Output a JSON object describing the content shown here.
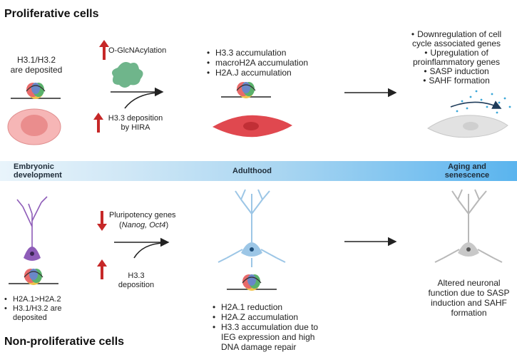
{
  "headings": {
    "top": "Proliferative cells",
    "bottom": "Non-proliferative cells"
  },
  "band": {
    "left_line1": "Embryonic",
    "left_line2": "development",
    "middle": "Adulthood",
    "right_line1": "Aging and",
    "right_line2": "senescence"
  },
  "top_row": {
    "embryo_line1": "H3.1/H3.2",
    "embryo_line2": "are deposited",
    "up_glc": "O-GlcNAcylation",
    "up_h33_line1": "H3.3 deposition",
    "up_h33_line2": "by HIRA",
    "adult_items": [
      "H3.3 accumulation",
      "macroH2A accumulation",
      "H2A.J accumulation"
    ],
    "aging_items": [
      [
        "Downregulation of cell",
        "cycle associated genes"
      ],
      [
        "Upregulation of",
        "proinflammatory genes"
      ],
      [
        "SASP induction"
      ],
      [
        "SAHF formation"
      ]
    ]
  },
  "bottom_row": {
    "embryo_items": [
      "H2A.1>H2A.2",
      "H3.1/H3.2 are deposited"
    ],
    "down_label": "Pluripotency genes",
    "down_genes_open": "(",
    "down_genes_italic": "Nanog, Oct4",
    "down_genes_close": ")",
    "up_line1": "H3.3",
    "up_line2": "deposition",
    "adult_items": [
      "H2A.1 reduction",
      "H2A.Z accumulation",
      "H3.3 accumulation due to IEG expression and high DNA damage repair"
    ],
    "aging_text": [
      "Altered neuronal",
      "function due to SASP",
      "induction and SAHF",
      "formation"
    ]
  },
  "colors": {
    "arrow_red": "#c62828",
    "green_protein": "#6fb58b",
    "cell_pink": "#f3a6a6",
    "cell_red": "#e0484f",
    "neuron_blue": "#9cc6e6",
    "neuron_purple": "#8e5cb8",
    "neuron_grey": "#b8b8b8"
  },
  "icons": [
    "nucleosome-icon",
    "cell-icon",
    "neuron-icon",
    "protein-icon",
    "up-arrow-icon",
    "down-arrow-icon"
  ]
}
